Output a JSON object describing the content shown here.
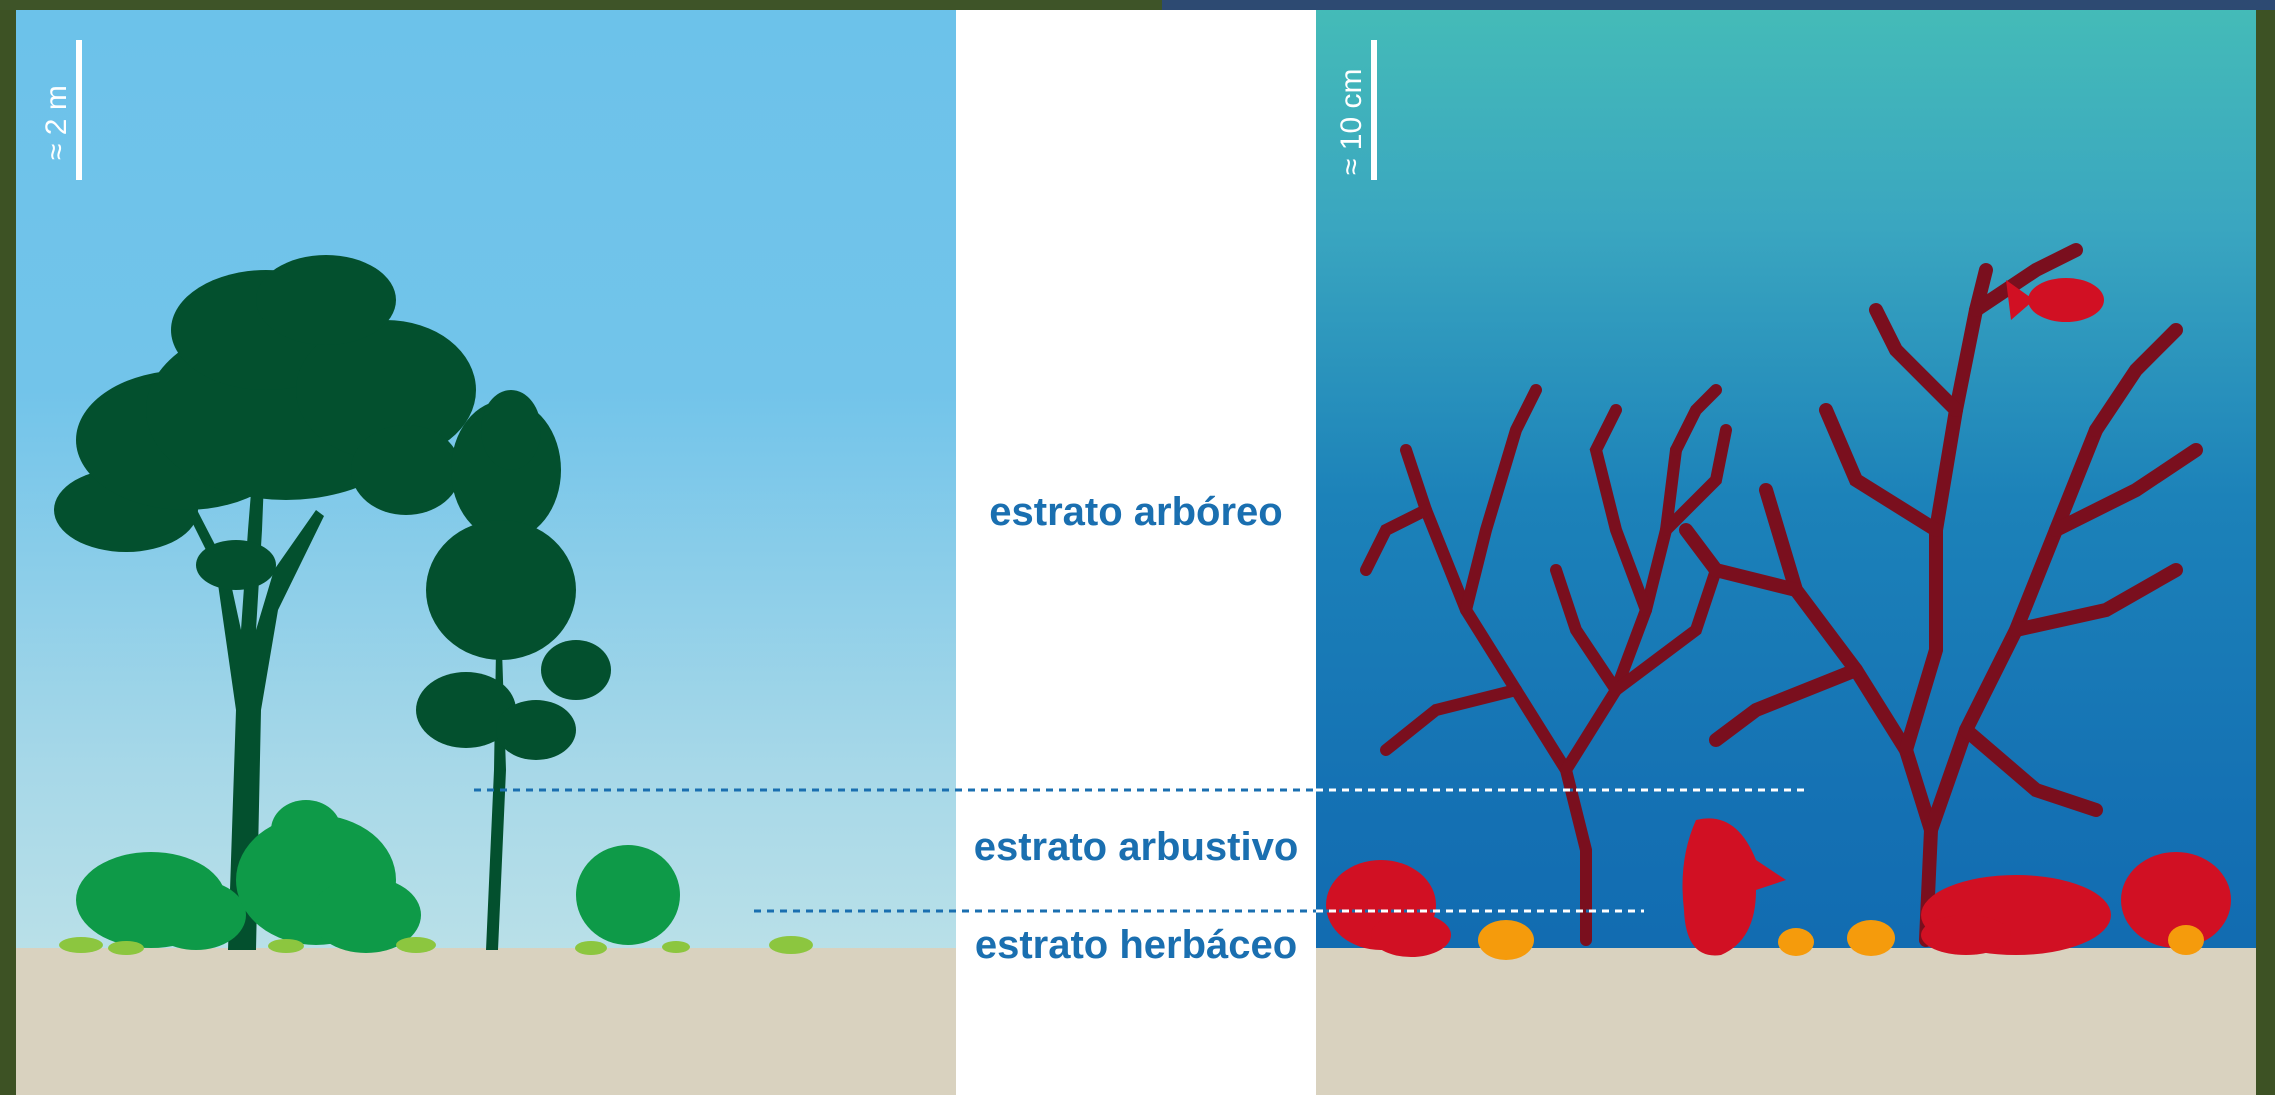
{
  "scales": {
    "land": "≈ 2 m",
    "sea": "≈ 10 cm"
  },
  "strata": {
    "tree": "estrato arbóreo",
    "shrub": "estrato arbustivo",
    "herb": "estrato herbáceo"
  },
  "colors": {
    "tree_dark": "#03502e",
    "shrub_green": "#0e9a48",
    "grass_light": "#8cc63f",
    "gorgonian_dark": "#7a0f1e",
    "coral_red": "#d11023",
    "anemone_orange": "#f59b0c",
    "label_blue": "#1a6fb0",
    "sand": "#d9d2bf"
  }
}
